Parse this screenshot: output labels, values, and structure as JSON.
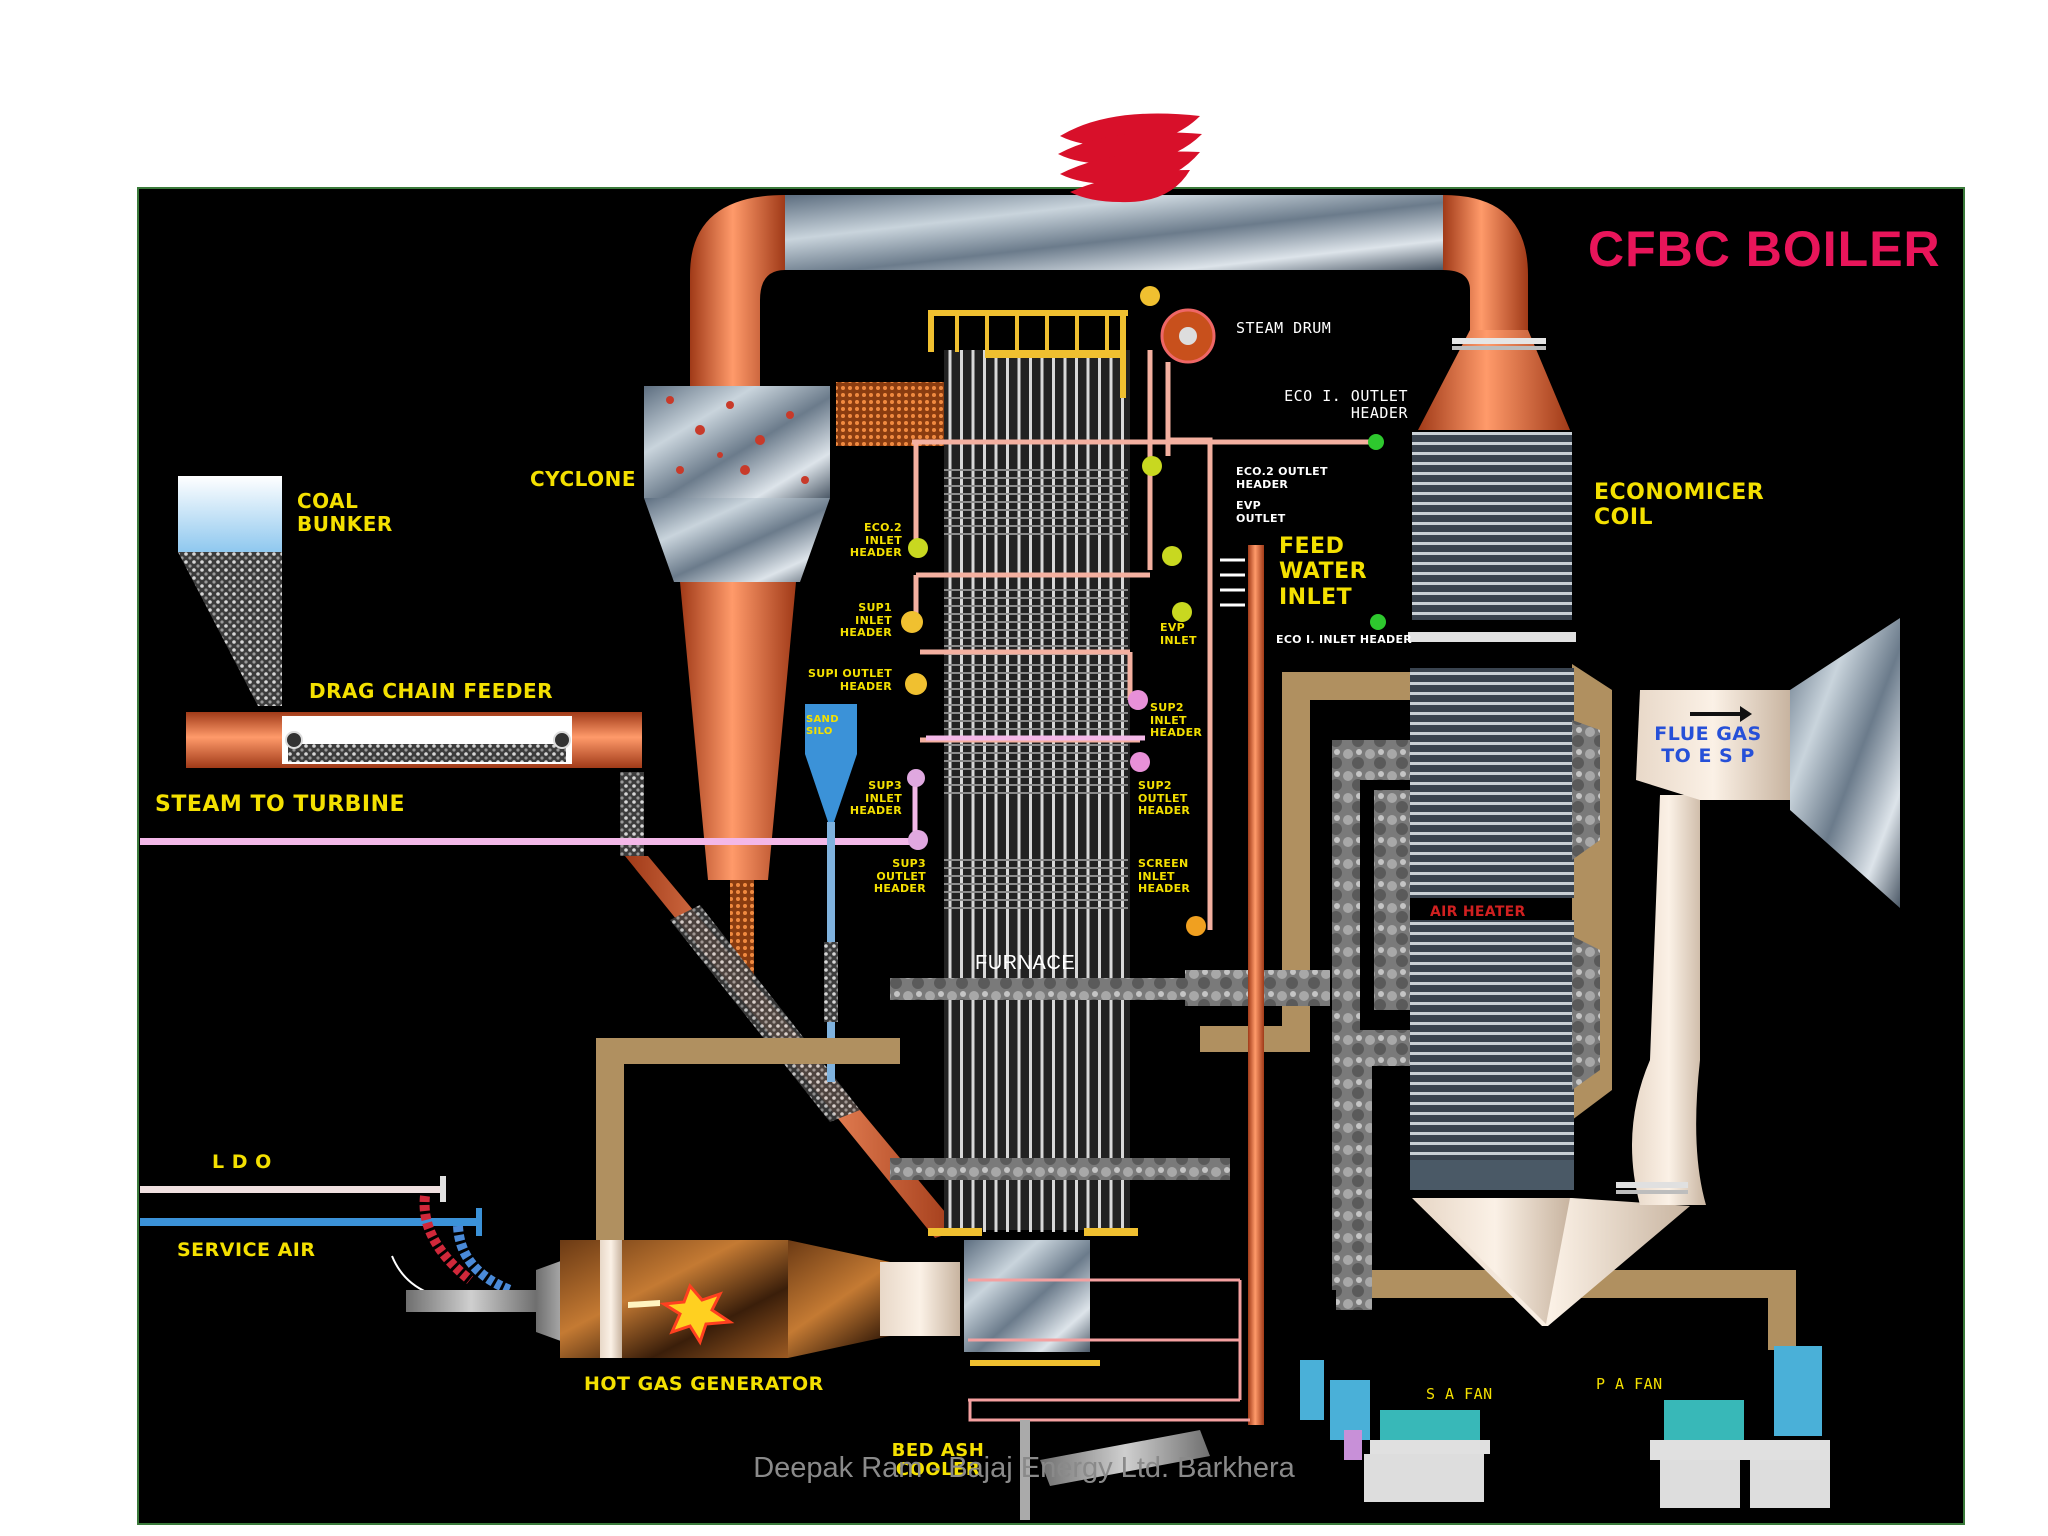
{
  "title": "CFBC BOILER",
  "footer": "Deepak Ram - Bajaj Energy Ltd. Barkhera",
  "colors": {
    "background": "#000000",
    "title": "#e8155a",
    "label": "#f4e000",
    "duct": "#e8663a",
    "steam_line": "#f3b8e8",
    "refractory": "#b09060",
    "flue_gas_label": "#2650d8"
  },
  "labels": {
    "steam_drum": "STEAM DRUM",
    "eco1_outlet_header": "ECO I. OUTLET\nHEADER",
    "cyclone": "CYCLONE",
    "coal_bunker": "COAL\nBUNKER",
    "eco2_outlet_header": "ECO.2 OUTLET\nHEADER",
    "evp_outlet": "EVP\nOUTLET",
    "economizer_coil": "ECONOMICER\nCOIL",
    "eco2_inlet_header": "ECO.2\nINLET\nHEADER",
    "feed_water_inlet": "FEED\nWATER\nINLET",
    "sup1_inlet_header": "SUP1\nINLET\nHEADER",
    "evp_inlet": "EVP\nINLET",
    "eco1_inlet_header": "ECO I. INLET HEADER",
    "drag_chain_feeder": "DRAG CHAIN FEEDER",
    "sup1_outlet_header": "SUPI OUTLET\nHEADER",
    "sup2_inlet_header": "SUP2\nINLET\nHEADER",
    "sand_silo": "SAND\nSILO",
    "flue_gas_to_esp": "FLUE GAS\nTO E S P",
    "steam_to_turbine": "STEAM TO TURBINE",
    "sup3_inlet_header": "SUP3\nINLET\nHEADER",
    "sup2_outlet_header": "SUP2\nOUTLET\nHEADER",
    "sup3_outlet_header": "SUP3\nOUTLET\nHEADER",
    "screen_inlet_header": "SCREEN\nINLET\nHEADER",
    "air_heater": "AIR HEATER",
    "furnace": "FURNACE",
    "ldo": "L D O",
    "service_air": "SERVICE AIR",
    "hot_gas_generator": "HOT GAS GENERATOR",
    "sa_fan": "S A FAN",
    "pa_fan": "P A FAN",
    "bed_ash_cooler": "BED ASH\nCOOLER"
  }
}
